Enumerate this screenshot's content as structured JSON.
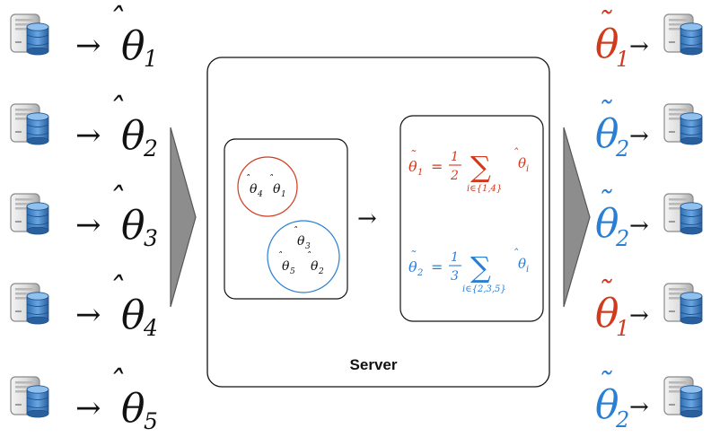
{
  "colors": {
    "red": "#d13a1f",
    "blue": "#2a7fd4",
    "black": "#111111",
    "funnel_gray": "#8d8d8d"
  },
  "icons": [
    "server-database-icon"
  ],
  "clients": [
    {
      "symbol": "θ",
      "accent": "̂",
      "subscript": "1"
    },
    {
      "symbol": "θ",
      "accent": "̂",
      "subscript": "2"
    },
    {
      "symbol": "θ",
      "accent": "̂",
      "subscript": "3"
    },
    {
      "symbol": "θ",
      "accent": "̂",
      "subscript": "4"
    },
    {
      "symbol": "θ",
      "accent": "̂",
      "subscript": "5"
    }
  ],
  "arrow": "→",
  "server": {
    "label": "Server",
    "cluster_red_members": [
      "4",
      "1"
    ],
    "cluster_blue_members": [
      "3",
      "5",
      "2"
    ],
    "equations": [
      {
        "lhs_sub": "1",
        "numerator": "1",
        "denominator": "2",
        "set": "i∈{1,4}",
        "sum": "∑",
        "term_sub": "i",
        "color": "red"
      },
      {
        "lhs_sub": "2",
        "numerator": "1",
        "denominator": "3",
        "set": "i∈{2,3,5}",
        "sum": "∑",
        "term_sub": "i",
        "color": "blue"
      }
    ],
    "equals": "="
  },
  "outputs": [
    {
      "symbol": "θ",
      "accent": "˜",
      "subscript": "1",
      "color": "red"
    },
    {
      "symbol": "θ",
      "accent": "˜",
      "subscript": "2",
      "color": "blue"
    },
    {
      "symbol": "θ",
      "accent": "˜",
      "subscript": "2",
      "color": "blue"
    },
    {
      "symbol": "θ",
      "accent": "˜",
      "subscript": "1",
      "color": "red"
    },
    {
      "symbol": "θ",
      "accent": "˜",
      "subscript": "2",
      "color": "blue"
    }
  ]
}
